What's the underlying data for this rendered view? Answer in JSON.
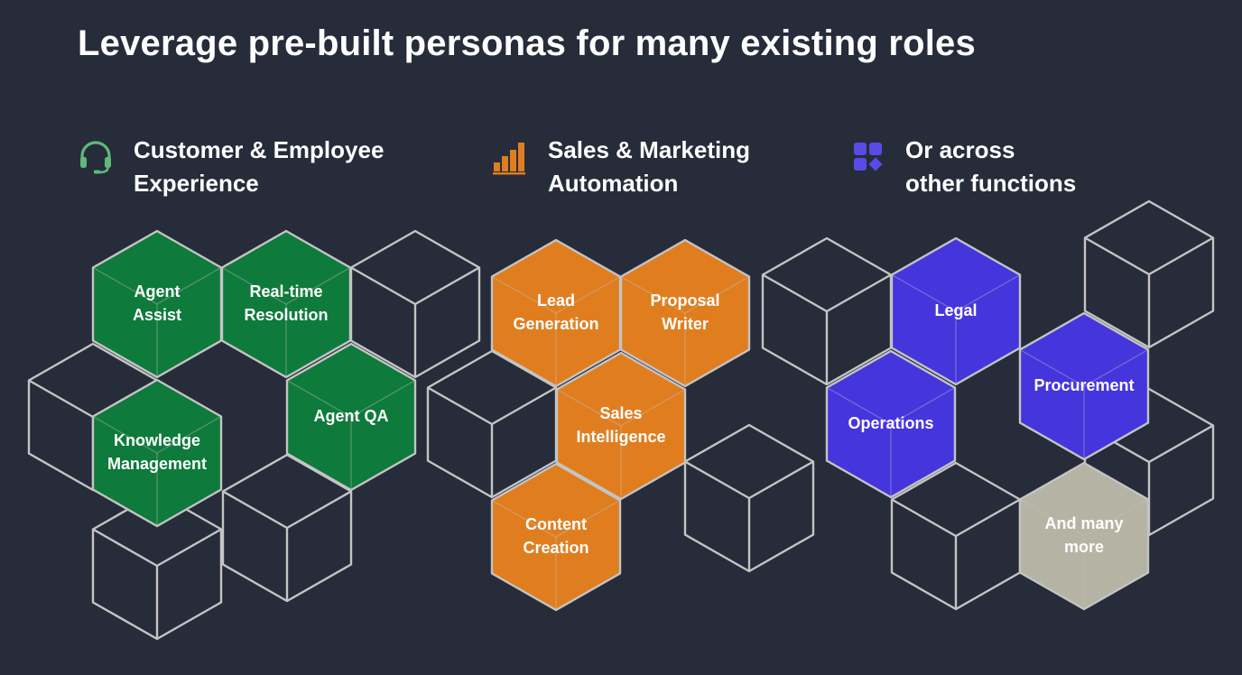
{
  "title": "Leverage pre-built personas for many existing roles",
  "colors": {
    "background": "#272c3a",
    "outline": "#c4c4c4",
    "green": "#0e7a3b",
    "orange": "#e07e1f",
    "purple": "#4535dd",
    "gray": "#b5b3a3"
  },
  "categories": [
    {
      "line1": "Customer & Employee",
      "line2": "Experience",
      "icon": "headset-icon",
      "color": "#5fb97a"
    },
    {
      "line1": "Sales & Marketing",
      "line2": "Automation",
      "icon": "bar-chart-icon",
      "color": "#e07e1f"
    },
    {
      "line1": "Or across",
      "line2": "other functions",
      "icon": "apps-grid-icon",
      "color": "#5a4ae8"
    }
  ],
  "personas": [
    {
      "label": [
        "Agent",
        "Assist"
      ],
      "color": "green"
    },
    {
      "label": [
        "Real-time",
        "Resolution"
      ],
      "color": "green"
    },
    {
      "label": [
        "Knowledge",
        "Management"
      ],
      "color": "green"
    },
    {
      "label": [
        "Agent QA"
      ],
      "color": "green"
    },
    {
      "label": [
        "Lead",
        "Generation"
      ],
      "color": "orange"
    },
    {
      "label": [
        "Proposal",
        "Writer"
      ],
      "color": "orange"
    },
    {
      "label": [
        "Sales",
        "Intelligence"
      ],
      "color": "orange"
    },
    {
      "label": [
        "Content",
        "Creation"
      ],
      "color": "orange"
    },
    {
      "label": [
        "Legal"
      ],
      "color": "purple"
    },
    {
      "label": [
        "Procurement"
      ],
      "color": "purple"
    },
    {
      "label": [
        "Operations"
      ],
      "color": "purple"
    },
    {
      "label": [
        "And many",
        "more"
      ],
      "color": "gray"
    }
  ]
}
